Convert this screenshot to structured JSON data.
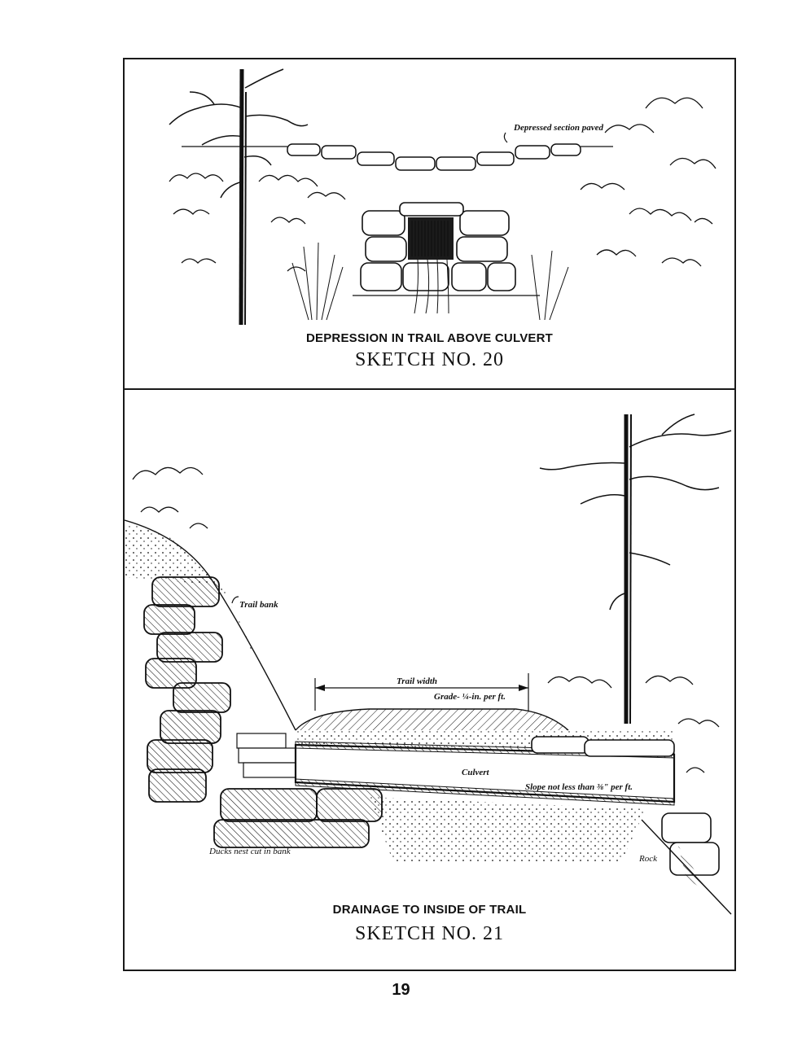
{
  "sketch20": {
    "annotation_paved": "Depressed section paved",
    "caption": "DEPRESSION IN TRAIL ABOVE CULVERT",
    "number": "SKETCH NO. 20"
  },
  "sketch21": {
    "label_trail_bank": "Trail bank",
    "label_trail_width": "Trail width",
    "label_grade": "Grade- ¼-in. per ft.",
    "label_culvert": "Culvert",
    "label_slope": "Slope not less than ⅜\" per ft.",
    "label_ducks_nest": "Ducks nest cut in bank",
    "label_rock": "Rock",
    "caption": "DRAINAGE TO INSIDE OF TRAIL",
    "number": "SKETCH NO. 21"
  },
  "page_number": "19"
}
